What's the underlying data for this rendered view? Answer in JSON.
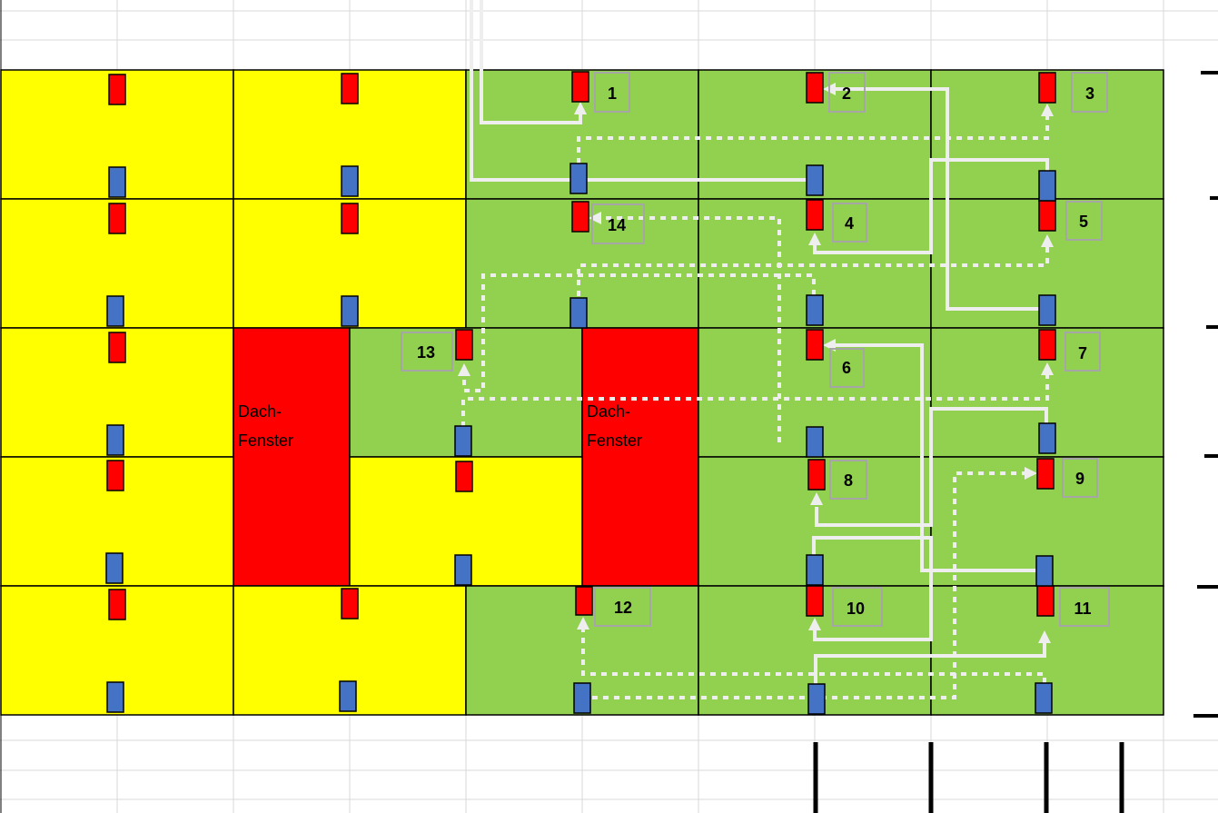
{
  "colors": {
    "yellow": "#FFFF00",
    "green": "#92D050",
    "red": "#FF0000",
    "blue": "#4472C4",
    "grid": "#d9d9d9",
    "path": "#eeeeee",
    "label_box": "#a6a6a6"
  },
  "window_label_line1": "Dach-",
  "window_label_line2": "Fenster",
  "panel_labels": [
    "1",
    "2",
    "3",
    "4",
    "5",
    "6",
    "7",
    "8",
    "9",
    "10",
    "11",
    "12",
    "13",
    "14"
  ]
}
